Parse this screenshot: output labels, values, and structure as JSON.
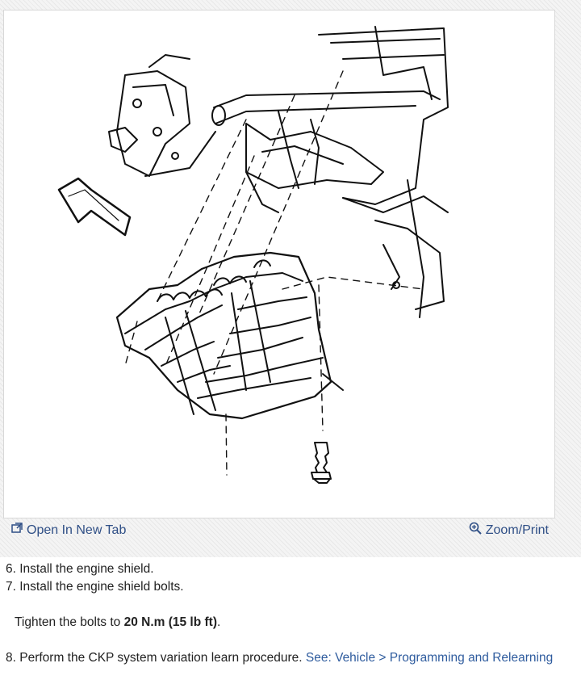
{
  "figure_bar": {
    "open_tab_label": "Open In New Tab",
    "zoom_label": "Zoom/Print"
  },
  "steps": {
    "step6": "6. Install the engine shield.",
    "step7": "7. Install the engine shield bolts.",
    "note_prefix": "Tighten the bolts to ",
    "note_value": "20 N.m (15 lb ft)",
    "note_suffix": ".",
    "step8_text": "8. Perform the CKP system variation learn procedure. ",
    "step8_link": "See: Vehicle > Programming and Relearning"
  },
  "colors": {
    "link": "#2f4f86",
    "text": "#222222"
  }
}
